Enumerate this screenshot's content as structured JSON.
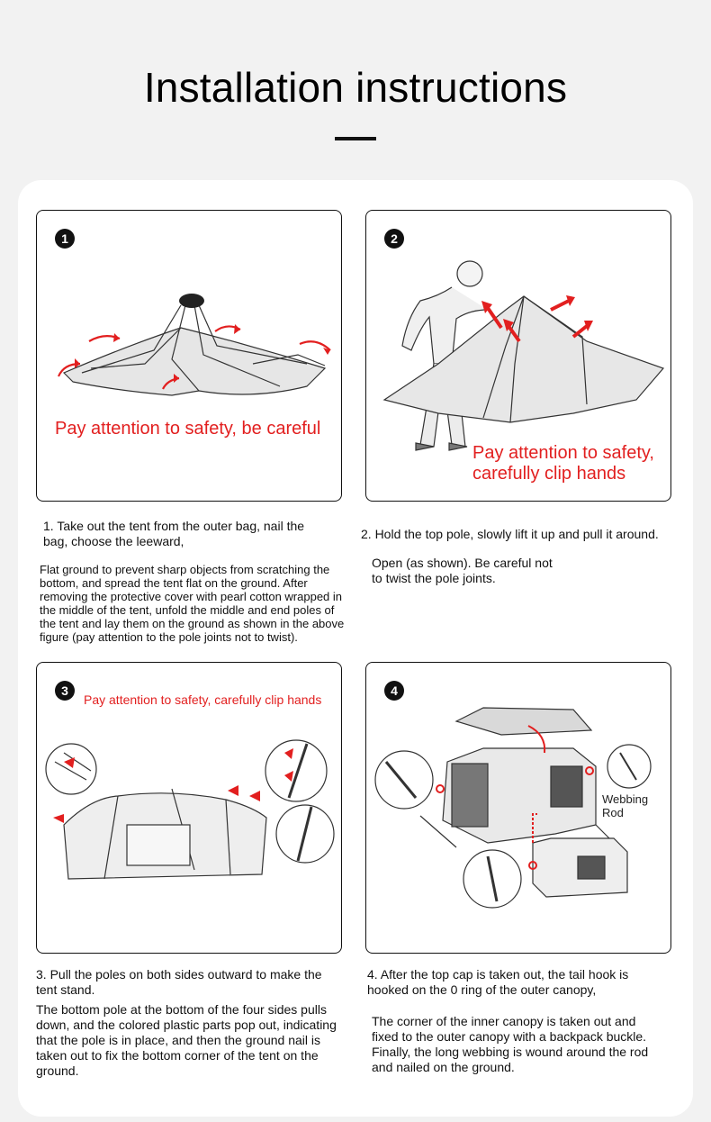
{
  "page": {
    "title": "Installation instructions"
  },
  "steps": [
    {
      "number": "1",
      "warning": "Pay attention to safety, be careful",
      "caption": "1. Take out the tent from the outer bag, nail the bag, choose the leeward,",
      "description": "Flat ground to prevent sharp objects from scratching the bottom, and spread the tent flat on the ground. After removing the protective cover with pearl cotton wrapped in the middle of the tent, unfold the middle and end poles of the tent and lay them on the ground as shown in the above figure (pay attention to the pole joints not to twist)."
    },
    {
      "number": "2",
      "warning": "Pay attention to safety, carefully clip hands",
      "caption": "2. Hold the top pole, slowly lift it up and pull it around.",
      "description": "Open (as shown). Be careful not to twist the pole joints."
    },
    {
      "number": "3",
      "warning": "Pay attention to safety, carefully clip hands",
      "caption": "3. Pull the poles on both sides outward to make the tent stand.",
      "description": "The bottom pole at the bottom of the four sides pulls down, and the colored plastic parts pop out, indicating that the pole is in place, and then the ground nail is taken out to fix the bottom corner of the tent on the ground."
    },
    {
      "number": "4",
      "label": "Webbing Rod",
      "caption": "4. After the top cap is taken out, the tail hook is hooked on the 0 ring of the outer canopy,",
      "description": "The corner of the inner canopy is taken out and fixed to the outer canopy with a backpack buckle. Finally, the long webbing is wound around the rod and nailed on the ground."
    }
  ],
  "colors": {
    "warning": "#e21f1f",
    "background": "#f2f2f2",
    "card": "#ffffff"
  }
}
